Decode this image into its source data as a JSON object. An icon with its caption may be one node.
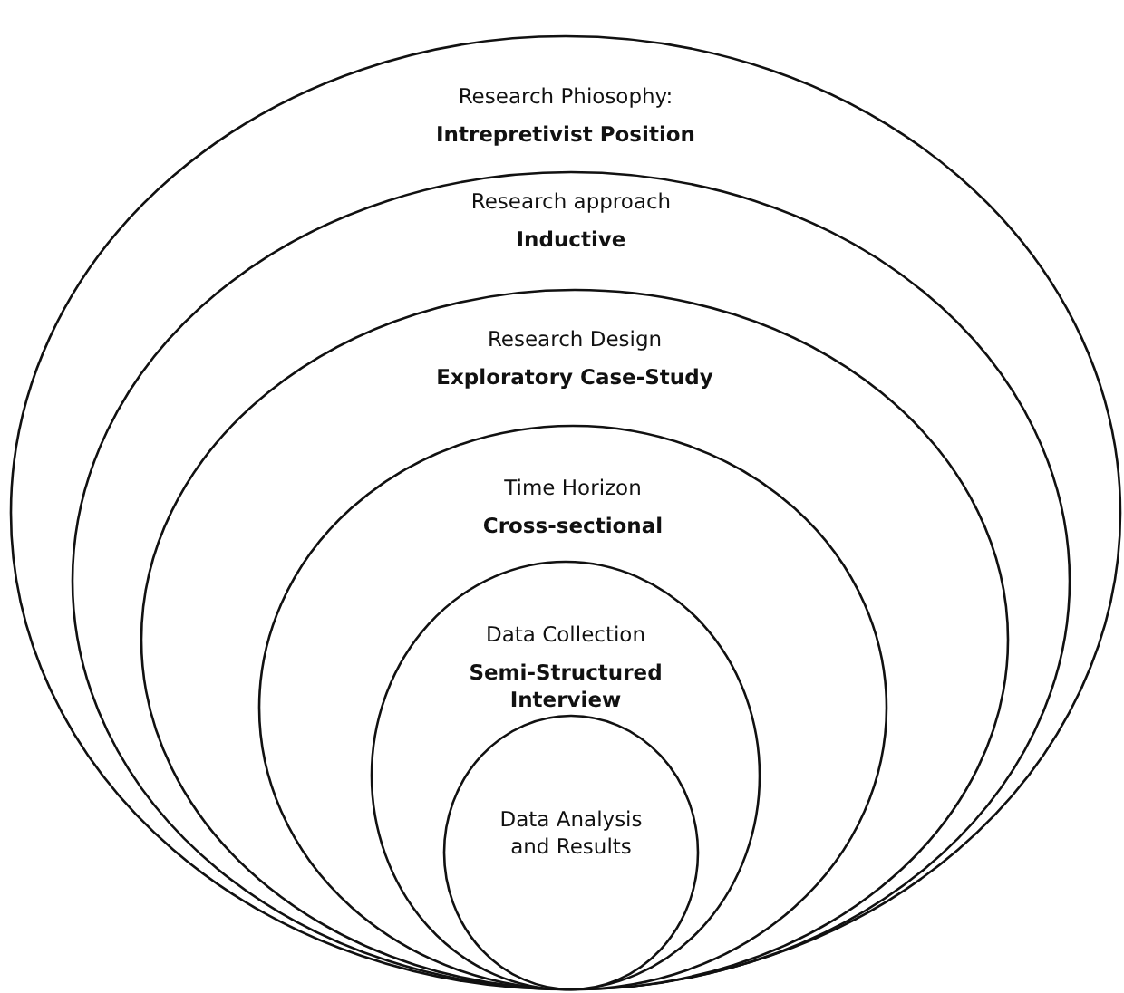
{
  "diagram": {
    "nodes": [
      {
        "text": [
          "Research Phiosophy:",
          "Intrepretivist Position"
        ]
      },
      {
        "text": [
          "Research approach",
          "Inductive"
        ],
        "in": 0
      },
      {
        "text": [
          "Research Design",
          "Exploratory Case-Study"
        ],
        "in": 1
      },
      {
        "text": [
          "Time Horizon",
          "Cross-sectional"
        ],
        "in": 2
      },
      {
        "text": [
          "Data Collection",
          "Semi-Structured Interview"
        ],
        "in": 3
      },
      {
        "text": [
          "Data Analysis and Results"
        ],
        "in": 4
      }
    ]
  }
}
